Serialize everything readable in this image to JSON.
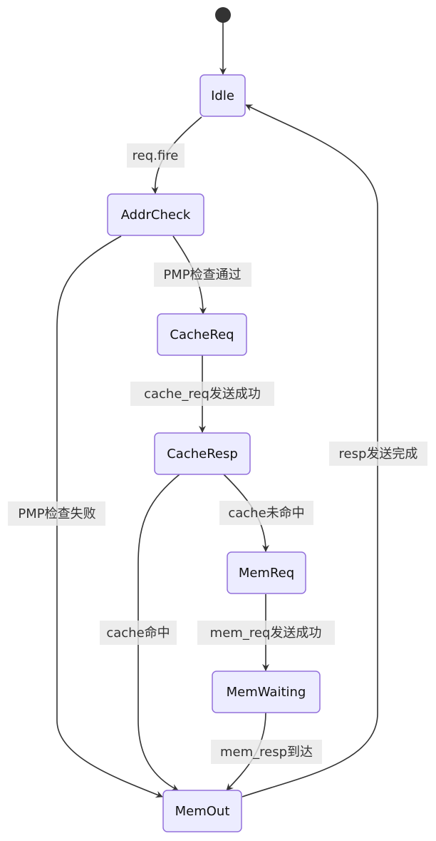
{
  "diagram": {
    "type": "state-diagram",
    "colors": {
      "node_fill": "#ECECFF",
      "node_border": "#9370DB",
      "edge": "#333333",
      "label_bg": "#E8E8E8",
      "text": "#111111"
    },
    "start": {
      "target": "Idle"
    },
    "states": [
      {
        "id": "Idle",
        "label": "Idle"
      },
      {
        "id": "AddrCheck",
        "label": "AddrCheck"
      },
      {
        "id": "CacheReq",
        "label": "CacheReq"
      },
      {
        "id": "CacheResp",
        "label": "CacheResp"
      },
      {
        "id": "MemReq",
        "label": "MemReq"
      },
      {
        "id": "MemWaiting",
        "label": "MemWaiting"
      },
      {
        "id": "MemOut",
        "label": "MemOut"
      }
    ],
    "transitions": [
      {
        "from": "Idle",
        "to": "AddrCheck",
        "label": "req.fire"
      },
      {
        "from": "AddrCheck",
        "to": "CacheReq",
        "label": "PMP检查通过"
      },
      {
        "from": "AddrCheck",
        "to": "MemOut",
        "label": "PMP检查失败"
      },
      {
        "from": "CacheReq",
        "to": "CacheResp",
        "label": "cache_req发送成功"
      },
      {
        "from": "CacheResp",
        "to": "MemReq",
        "label": "cache未命中"
      },
      {
        "from": "CacheResp",
        "to": "MemOut",
        "label": "cache命中"
      },
      {
        "from": "MemReq",
        "to": "MemWaiting",
        "label": "mem_req发送成功"
      },
      {
        "from": "MemWaiting",
        "to": "MemOut",
        "label": "mem_resp到达"
      },
      {
        "from": "MemOut",
        "to": "Idle",
        "label": "resp发送完成"
      }
    ]
  }
}
